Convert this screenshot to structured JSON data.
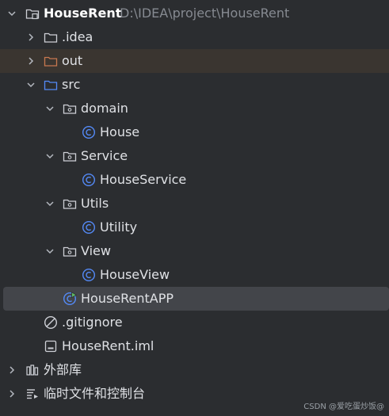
{
  "project": {
    "name": "HouseRent",
    "path": "D:\\IDEA\\project\\HouseRent"
  },
  "tree": {
    "idea": ".idea",
    "out": "out",
    "src": "src",
    "domain": "domain",
    "house": "House",
    "service": "Service",
    "house_service": "HouseService",
    "utils": "Utils",
    "utility": "Utility",
    "view": "View",
    "house_view": "HouseView",
    "house_rent_app": "HouseRentAPP",
    "gitignore": ".gitignore",
    "iml": "HouseRent.iml",
    "external_libraries": "外部库",
    "scratches": "临时文件和控制台"
  },
  "watermark": "CSDN @爱吃蛋炒饭@",
  "colors": {
    "background": "#2b2d30",
    "selection": "#43454a",
    "out_highlight": "#3a3530",
    "folder_blue": "#548af7",
    "folder_orange": "#c7784f",
    "class_blue": "#548af7",
    "run_green": "#5fb865"
  }
}
